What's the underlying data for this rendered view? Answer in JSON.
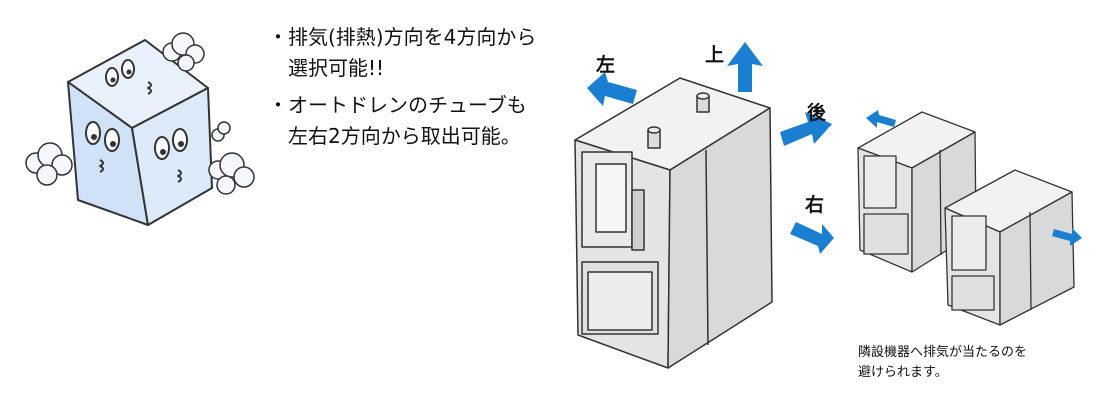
{
  "bullets": [
    {
      "lines": [
        "排気(排熱)方向を4方向から",
        "選択可能!!"
      ]
    },
    {
      "lines": [
        "オートドレンのチューブも",
        "左右2方向から取出可能。"
      ]
    }
  ],
  "directions": {
    "left": "左",
    "up": "上",
    "back": "後",
    "right": "右"
  },
  "note": [
    "隣設機器へ排気が当たるのを",
    "避けられます。"
  ],
  "colors": {
    "arrow": "#1a7fd0",
    "cube": "#cfe2f7",
    "unit": "#e6e6e6",
    "stroke": "#333333"
  }
}
